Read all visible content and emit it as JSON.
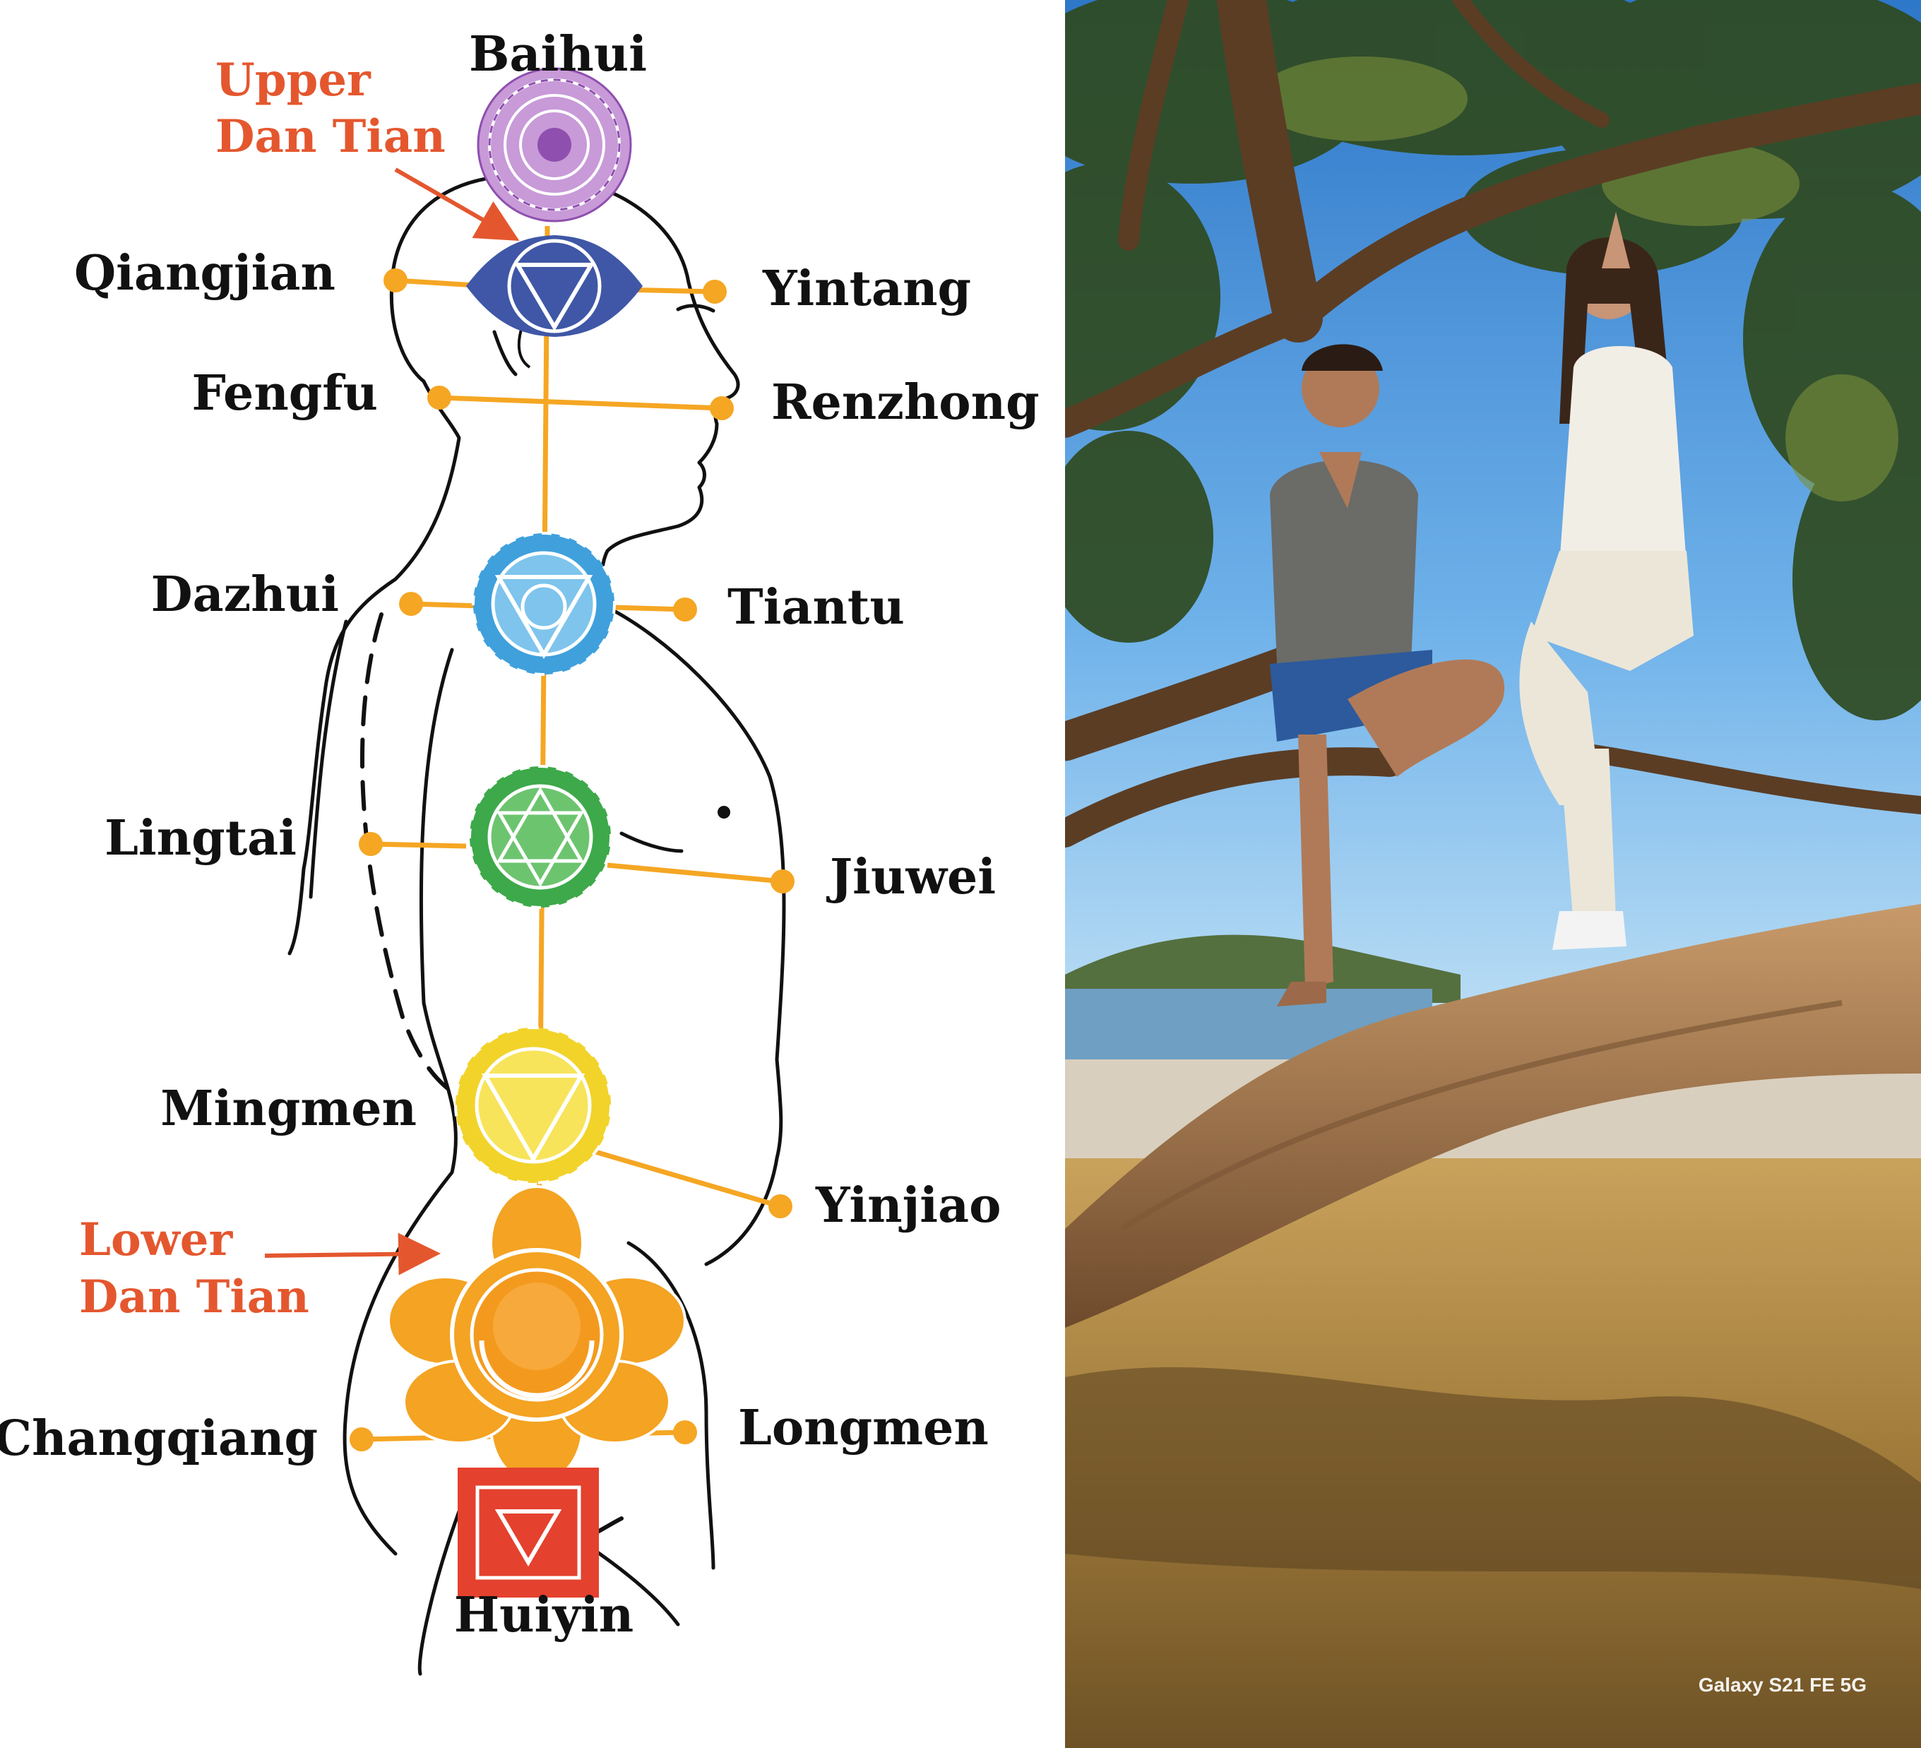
{
  "diagram": {
    "points": {
      "baihui": "Baihui",
      "qiangjian": "Qiangjian",
      "yintang": "Yintang",
      "fengfu": "Fengfu",
      "renzhong": "Renzhong",
      "dazhui": "Dazhui",
      "tiantu": "Tiantu",
      "lingtai": "Lingtai",
      "jiuwei": "Jiuwei",
      "mingmen": "Mingmen",
      "yinjiao": "Yinjiao",
      "changqiang": "Changqiang",
      "longmen": "Longmen",
      "huiyin": "Huiyin"
    },
    "dan_tian": {
      "upper_line1": "Upper",
      "upper_line2": "Dan Tian",
      "lower_line1": "Lower",
      "lower_line2": "Dan Tian"
    },
    "colors": {
      "channel": "#F5A623",
      "point": "#F5A623",
      "label": "#111111",
      "dan_tian_label": "#E4572E",
      "crown": "#A66BBE",
      "third_eye": "#3F57A6",
      "throat": "#3FA0DC",
      "heart": "#3DA94A",
      "solar_plexus": "#F2D32A",
      "sacral": "#F4A322",
      "root": "#E4412E"
    }
  },
  "photo": {
    "watermark": "Galaxy S21 FE 5G"
  }
}
